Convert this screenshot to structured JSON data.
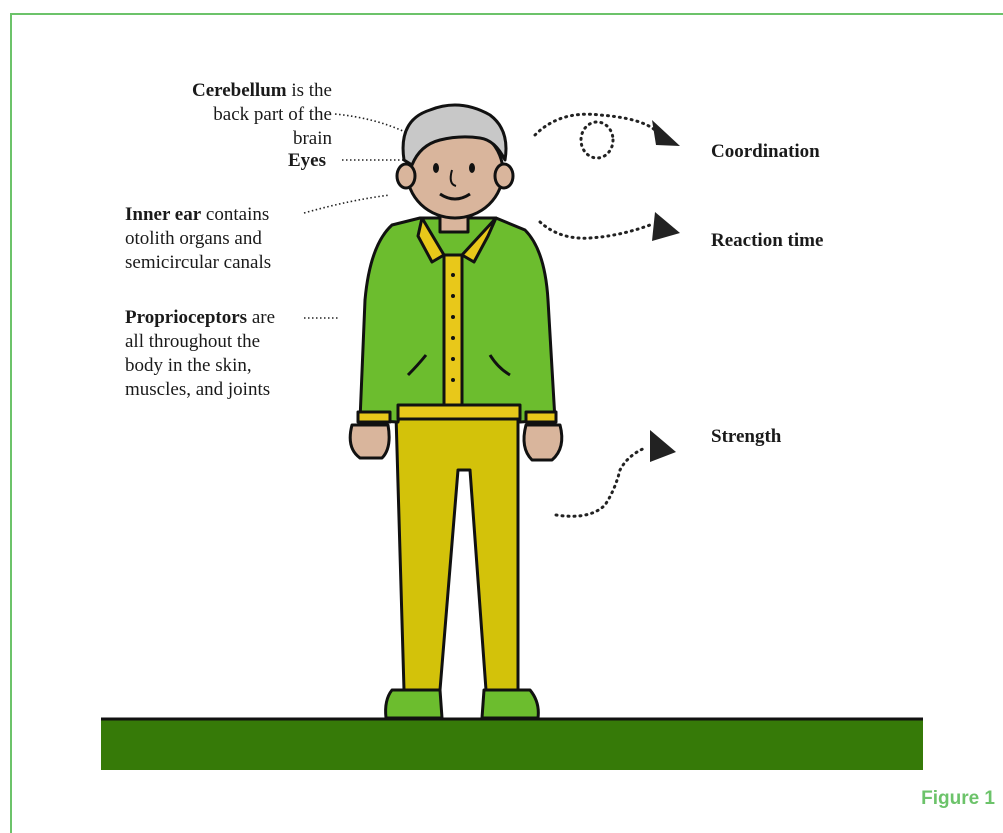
{
  "labels": {
    "cerebellum": {
      "bold": "Cerebellum",
      "rest_line1": " is the",
      "line2": "back part of the brain"
    },
    "eyes": {
      "bold": "Eyes"
    },
    "inner_ear": {
      "bold": "Inner ear",
      "rest_line1": " contains",
      "line2": "otolith organs and",
      "line3": "semicircular canals"
    },
    "proprioceptors": {
      "bold": "Proprioceptors",
      "rest_line1": " are",
      "line2": "all throughout the",
      "line3": "body in the skin,",
      "line4": "muscles, and joints"
    }
  },
  "outcomes": {
    "coordination": "Coordination",
    "reaction_time": "Reaction time",
    "strength": "Strength"
  },
  "caption": "Figure 1",
  "colors": {
    "frame": "#6cc36a",
    "jacket": "#6cbd2e",
    "pants": "#d3c20a",
    "shirt": "#e8c81a",
    "skin": "#d9b59c",
    "hair": "#c8c8c8",
    "ground": "#367a08"
  }
}
